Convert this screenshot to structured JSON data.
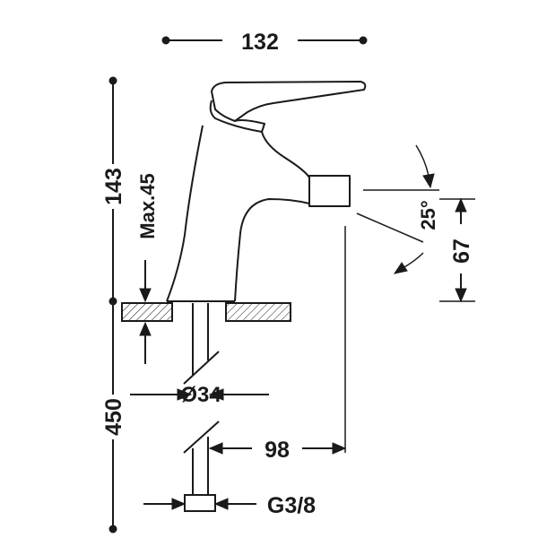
{
  "drawing": {
    "colors": {
      "line": "#1a1a1a",
      "background": "#ffffff"
    },
    "dimensions": {
      "width_top": "132",
      "height_total": "143",
      "deck_thickness": "Max.45",
      "spout_angle": "25°",
      "outlet_height": "67",
      "tail_diameter": "Ø34",
      "spout_reach": "98",
      "supply_length": "450",
      "connection_thread": "G3/8"
    }
  }
}
